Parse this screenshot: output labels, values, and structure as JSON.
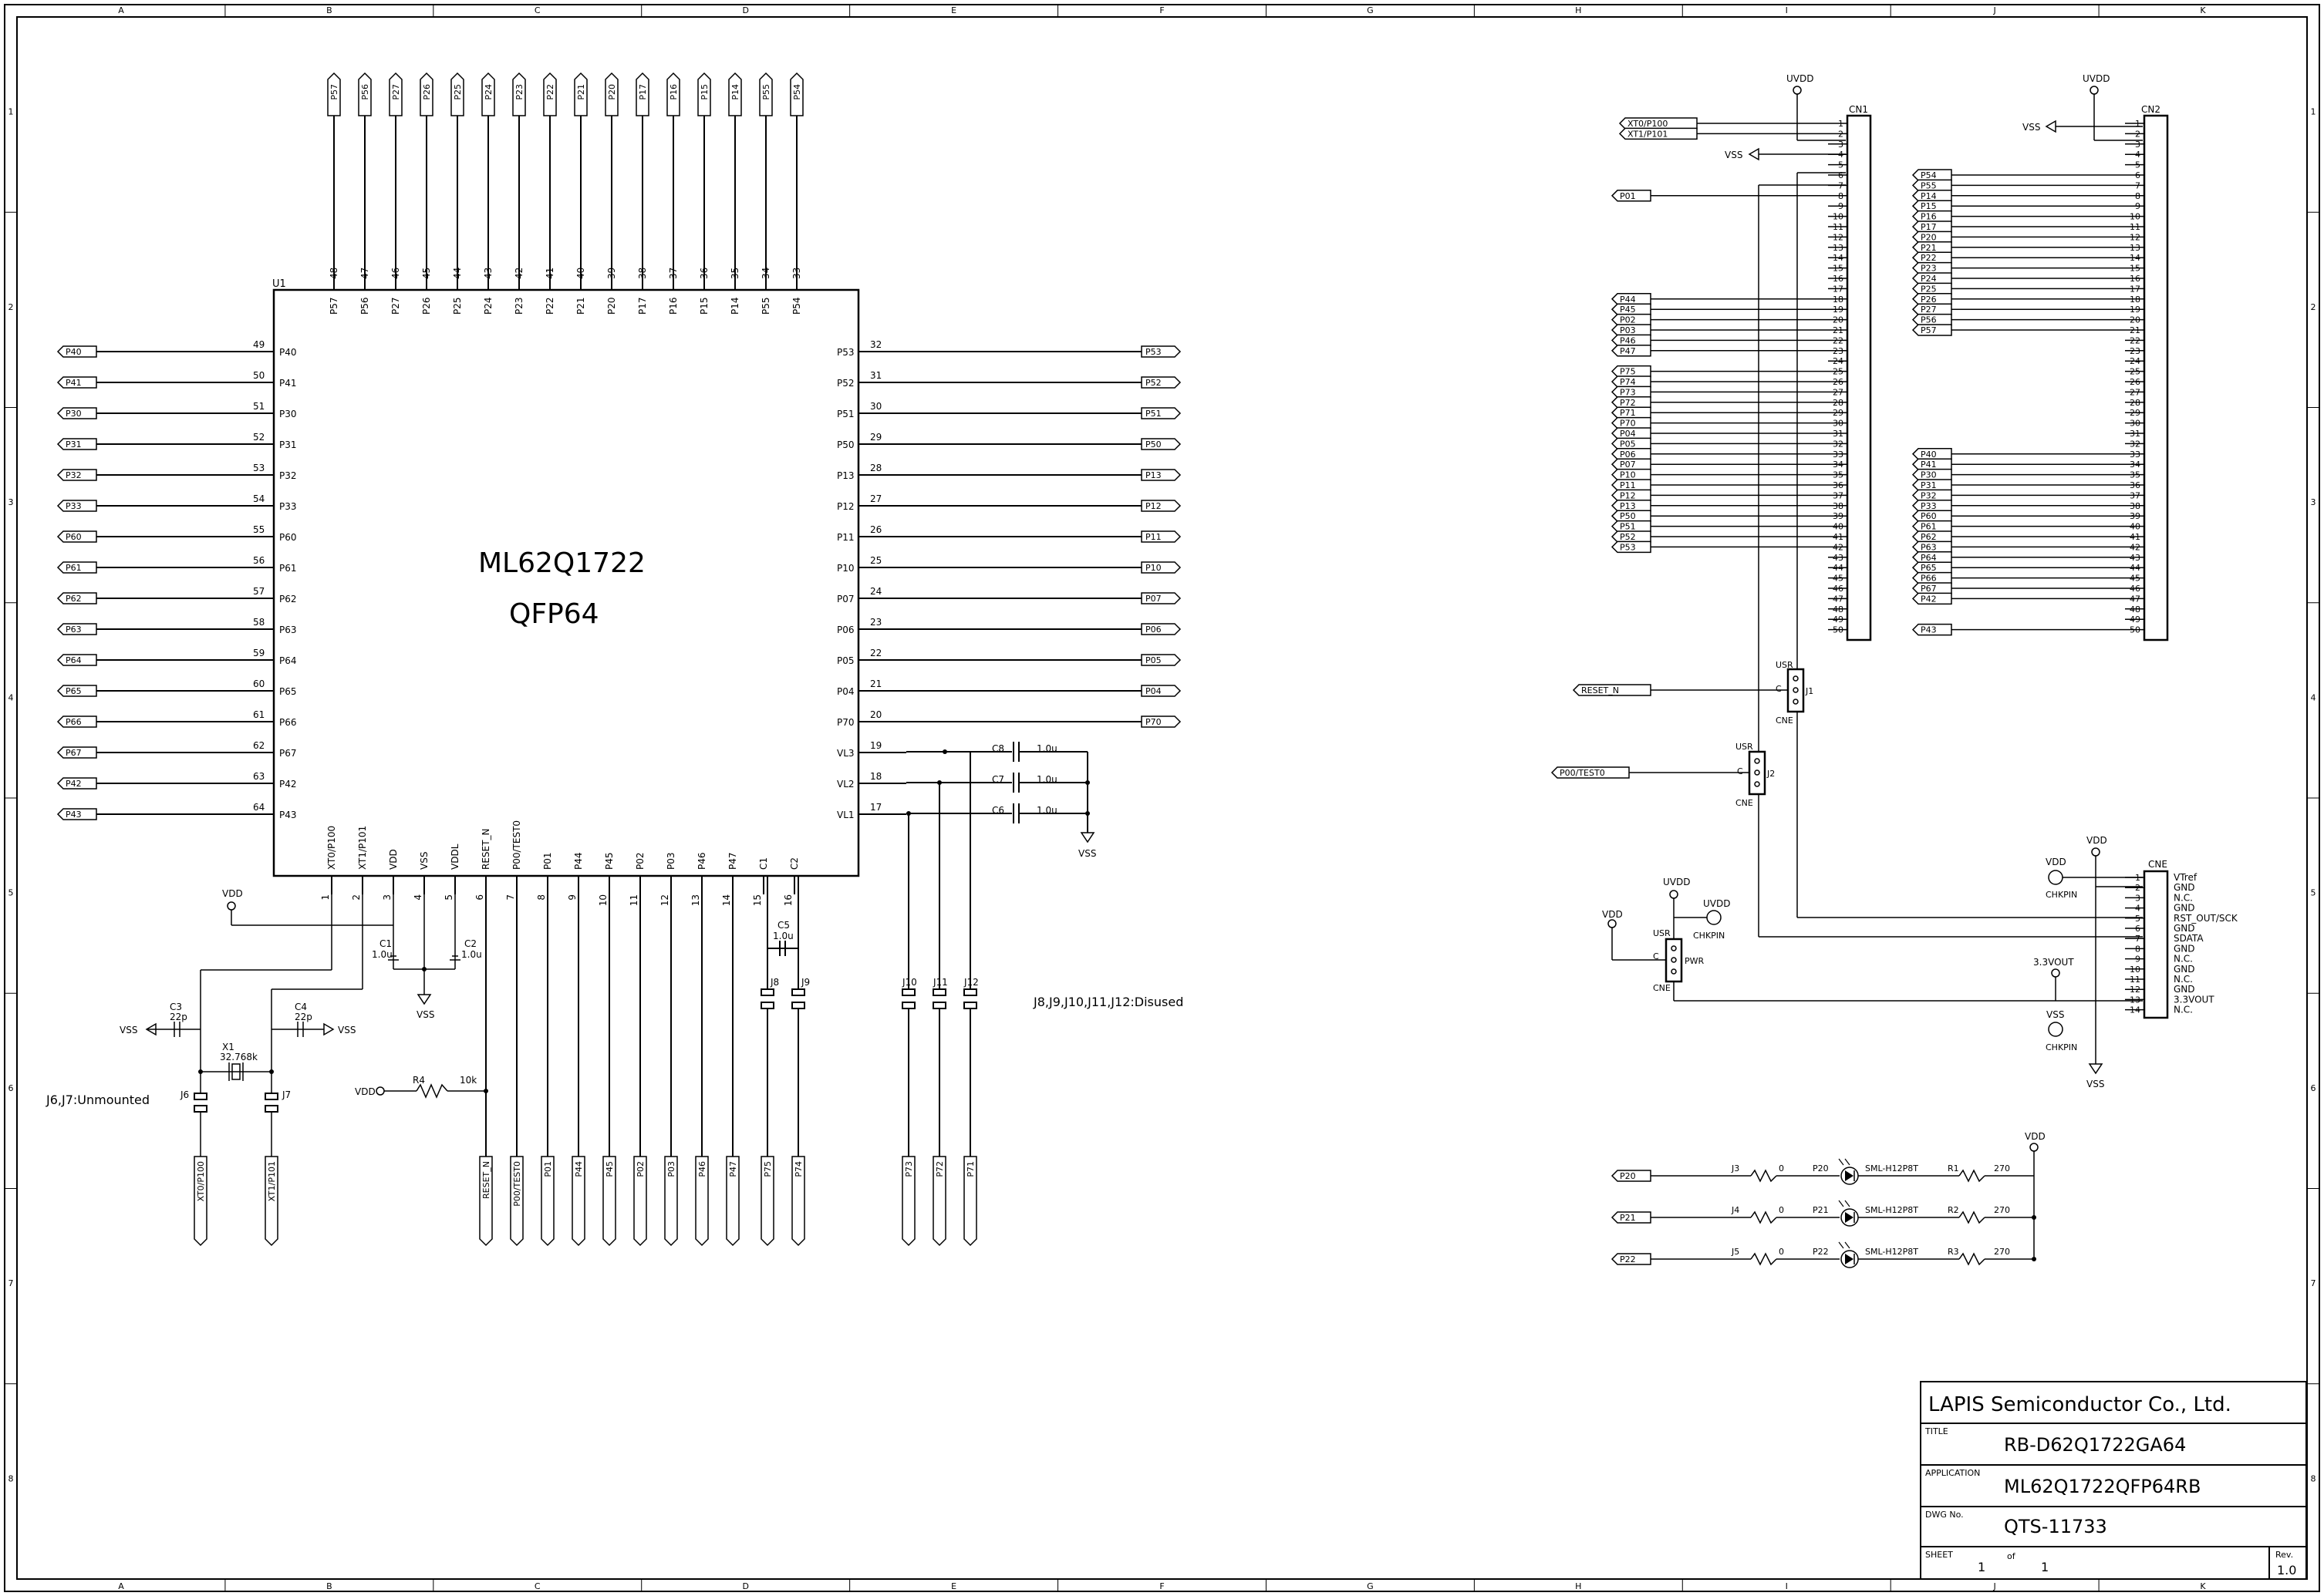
{
  "border": {
    "cols": [
      "A",
      "B",
      "C",
      "D",
      "E",
      "F",
      "G",
      "H",
      "I",
      "J",
      "K"
    ],
    "rows": [
      "1",
      "2",
      "3",
      "4",
      "5",
      "6",
      "7",
      "8"
    ]
  },
  "u1": {
    "ref": "U1",
    "part": "ML62Q1722",
    "package": "QFP64",
    "left_pins": [
      {
        "num": "49",
        "name": "P40",
        "port": "P40"
      },
      {
        "num": "50",
        "name": "P41",
        "port": "P41"
      },
      {
        "num": "51",
        "name": "P30",
        "port": "P30"
      },
      {
        "num": "52",
        "name": "P31",
        "port": "P31"
      },
      {
        "num": "53",
        "name": "P32",
        "port": "P32"
      },
      {
        "num": "54",
        "name": "P33",
        "port": "P33"
      },
      {
        "num": "55",
        "name": "P60",
        "port": "P60"
      },
      {
        "num": "56",
        "name": "P61",
        "port": "P61"
      },
      {
        "num": "57",
        "name": "P62",
        "port": "P62"
      },
      {
        "num": "58",
        "name": "P63",
        "port": "P63"
      },
      {
        "num": "59",
        "name": "P64",
        "port": "P64"
      },
      {
        "num": "60",
        "name": "P65",
        "port": "P65"
      },
      {
        "num": "61",
        "name": "P66",
        "port": "P66"
      },
      {
        "num": "62",
        "name": "P67",
        "port": "P67"
      },
      {
        "num": "63",
        "name": "P42",
        "port": "P42"
      },
      {
        "num": "64",
        "name": "P43",
        "port": "P43"
      }
    ],
    "right_pins": [
      {
        "num": "32",
        "name": "P53",
        "port": "P53"
      },
      {
        "num": "31",
        "name": "P52",
        "port": "P52"
      },
      {
        "num": "30",
        "name": "P51",
        "port": "P51"
      },
      {
        "num": "29",
        "name": "P50",
        "port": "P50"
      },
      {
        "num": "28",
        "name": "P13",
        "port": "P13"
      },
      {
        "num": "27",
        "name": "P12",
        "port": "P12"
      },
      {
        "num": "26",
        "name": "P11",
        "port": "P11"
      },
      {
        "num": "25",
        "name": "P10",
        "port": "P10"
      },
      {
        "num": "24",
        "name": "P07",
        "port": "P07"
      },
      {
        "num": "23",
        "name": "P06",
        "port": "P06"
      },
      {
        "num": "22",
        "name": "P05",
        "port": "P05"
      },
      {
        "num": "21",
        "name": "P04",
        "port": "P04"
      },
      {
        "num": "20",
        "name": "P70",
        "port": "P70"
      },
      {
        "num": "19",
        "name": "VL3",
        "port": ""
      },
      {
        "num": "18",
        "name": "VL2",
        "port": ""
      },
      {
        "num": "17",
        "name": "VL1",
        "port": ""
      }
    ],
    "top_pins": [
      {
        "num": "48",
        "name": "P57",
        "port": "P57"
      },
      {
        "num": "47",
        "name": "P56",
        "port": "P56"
      },
      {
        "num": "46",
        "name": "P27",
        "port": "P27"
      },
      {
        "num": "45",
        "name": "P26",
        "port": "P26"
      },
      {
        "num": "44",
        "name": "P25",
        "port": "P25"
      },
      {
        "num": "43",
        "name": "P24",
        "port": "P24"
      },
      {
        "num": "42",
        "name": "P23",
        "port": "P23"
      },
      {
        "num": "41",
        "name": "P22",
        "port": "P22"
      },
      {
        "num": "40",
        "name": "P21",
        "port": "P21"
      },
      {
        "num": "39",
        "name": "P20",
        "port": "P20"
      },
      {
        "num": "38",
        "name": "P17",
        "port": "P17"
      },
      {
        "num": "37",
        "name": "P16",
        "port": "P16"
      },
      {
        "num": "36",
        "name": "P15",
        "port": "P15"
      },
      {
        "num": "35",
        "name": "P14",
        "port": "P14"
      },
      {
        "num": "34",
        "name": "P55",
        "port": "P55"
      },
      {
        "num": "33",
        "name": "P54",
        "port": "P54"
      }
    ],
    "bottom_pins": [
      {
        "num": "1",
        "name": "XT0/P100"
      },
      {
        "num": "2",
        "name": "XT1/P101"
      },
      {
        "num": "3",
        "name": "VDD"
      },
      {
        "num": "4",
        "name": "VSS"
      },
      {
        "num": "5",
        "name": "VDDL"
      },
      {
        "num": "6",
        "name": "RESET_N"
      },
      {
        "num": "7",
        "name": "P00/TEST0"
      },
      {
        "num": "8",
        "name": "P01"
      },
      {
        "num": "9",
        "name": "P44"
      },
      {
        "num": "10",
        "name": "P45"
      },
      {
        "num": "11",
        "name": "P02"
      },
      {
        "num": "12",
        "name": "P03"
      },
      {
        "num": "13",
        "name": "P46"
      },
      {
        "num": "14",
        "name": "P47"
      },
      {
        "num": "15",
        "name": "C1"
      },
      {
        "num": "16",
        "name": "C2"
      }
    ],
    "bottom_ports": [
      "XT0/P100",
      "XT1/P101",
      "RESET_N",
      "P00/TEST0",
      "P01",
      "P44",
      "P45",
      "P02",
      "P03",
      "P46",
      "P47",
      "P75",
      "P74",
      "P73",
      "P72",
      "P71"
    ]
  },
  "caps": {
    "c8": {
      "ref": "C8",
      "val": "1.0u"
    },
    "c7": {
      "ref": "C7",
      "val": "1.0u"
    },
    "c6": {
      "ref": "C6",
      "val": "1.0u"
    },
    "c1": {
      "ref": "C1",
      "val": "1.0u"
    },
    "c2": {
      "ref": "C2",
      "val": "1.0u"
    },
    "c5": {
      "ref": "C5",
      "val": "1.0u"
    },
    "c3": {
      "ref": "C3",
      "val": "22p"
    },
    "c4": {
      "ref": "C4",
      "val": "22p"
    }
  },
  "crystal": {
    "ref": "X1",
    "val": "32.768k"
  },
  "r4": {
    "ref": "R4",
    "val": "10k"
  },
  "jumpers": {
    "j6": "J6",
    "j7": "J7",
    "j8": "J8",
    "j9": "J9",
    "j10": "J10",
    "j11": "J11",
    "j12": "J12"
  },
  "notes": {
    "unmounted": "J6,J7:Unmounted",
    "disused": "J8,J9,J10,J11,J12:Disused"
  },
  "nets": {
    "vss": "VSS",
    "vdd": "VDD",
    "uvdd": "UVDD",
    "v33": "3.3VOUT",
    "chkpin": "CHKPIN"
  },
  "cn1": {
    "ref": "CN1",
    "pins": [
      "1",
      "2",
      "3",
      "4",
      "5",
      "6",
      "7",
      "8",
      "9",
      "10",
      "11",
      "12",
      "13",
      "14",
      "15",
      "16",
      "17",
      "18",
      "19",
      "20",
      "21",
      "22",
      "23",
      "24",
      "25",
      "26",
      "27",
      "28",
      "29",
      "30",
      "31",
      "32",
      "33",
      "34",
      "35",
      "36",
      "37",
      "38",
      "39",
      "40",
      "41",
      "42",
      "43",
      "44",
      "45",
      "46",
      "47",
      "48",
      "49",
      "50"
    ],
    "ports": {
      "1": "XT0/P100",
      "2": "XT1/P101",
      "8": "P01",
      "18": "P44",
      "19": "P45",
      "20": "P02",
      "21": "P03",
      "22": "P46",
      "23": "P47",
      "25": "P75",
      "26": "P74",
      "27": "P73",
      "28": "P72",
      "29": "P71",
      "30": "P70",
      "31": "P04",
      "32": "P05",
      "33": "P06",
      "34": "P07",
      "35": "P10",
      "36": "P11",
      "37": "P12",
      "38": "P13",
      "39": "P50",
      "40": "P51",
      "41": "P52",
      "42": "P53"
    }
  },
  "cn2": {
    "ref": "CN2",
    "ports": {
      "6": "P54",
      "7": "P55",
      "8": "P14",
      "9": "P15",
      "10": "P16",
      "11": "P17",
      "12": "P20",
      "13": "P21",
      "14": "P22",
      "15": "P23",
      "16": "P24",
      "17": "P25",
      "18": "P26",
      "19": "P27",
      "20": "P56",
      "21": "P57",
      "33": "P40",
      "34": "P41",
      "35": "P30",
      "36": "P31",
      "37": "P32",
      "38": "P33",
      "39": "P60",
      "40": "P61",
      "41": "P62",
      "42": "P63",
      "43": "P64",
      "44": "P65",
      "45": "P66",
      "46": "P67",
      "47": "P42",
      "50": "P43"
    }
  },
  "j1": {
    "ref": "J1",
    "usr": "USR",
    "c": "C",
    "cne": "CNE",
    "port": "RESET_N"
  },
  "j2": {
    "ref": "J2",
    "usr": "USR",
    "c": "C",
    "cne": "CNE",
    "port": "P00/TEST0"
  },
  "pwr": {
    "ref": "PWR",
    "usr": "USR",
    "c": "C",
    "cne": "CNE"
  },
  "cne": {
    "ref": "CNE",
    "pins": [
      {
        "num": "1",
        "name": "VTref"
      },
      {
        "num": "2",
        "name": "GND"
      },
      {
        "num": "3",
        "name": "N.C."
      },
      {
        "num": "4",
        "name": "GND"
      },
      {
        "num": "5",
        "name": "RST_OUT/SCK"
      },
      {
        "num": "6",
        "name": "GND"
      },
      {
        "num": "7",
        "name": "SDATA"
      },
      {
        "num": "8",
        "name": "GND"
      },
      {
        "num": "9",
        "name": "N.C."
      },
      {
        "num": "10",
        "name": "GND"
      },
      {
        "num": "11",
        "name": "N.C."
      },
      {
        "num": "12",
        "name": "GND"
      },
      {
        "num": "13",
        "name": "3.3VOUT"
      },
      {
        "num": "14",
        "name": "N.C."
      }
    ]
  },
  "leds": [
    {
      "port": "P20",
      "jumper": "J3",
      "jval": "0",
      "net": "P20",
      "part": "SML-H12P8T",
      "res": "R1",
      "rval": "270"
    },
    {
      "port": "P21",
      "jumper": "J4",
      "jval": "0",
      "net": "P21",
      "part": "SML-H12P8T",
      "res": "R2",
      "rval": "270"
    },
    {
      "port": "P22",
      "jumper": "J5",
      "jval": "0",
      "net": "P22",
      "part": "SML-H12P8T",
      "res": "R3",
      "rval": "270"
    }
  ],
  "titleblock": {
    "company": "LAPIS Semiconductor Co., Ltd.",
    "title_label": "TITLE",
    "title": "RB-D62Q1722GA64",
    "app_label": "APPLICATION",
    "app": "ML62Q1722QFP64RB",
    "dwg_label": "DWG No.",
    "dwg": "QTS-11733",
    "sheet_label": "SHEET",
    "sheet": "1",
    "of_label": "of",
    "of": "1",
    "rev_label": "Rev.",
    "rev": "1.0"
  }
}
